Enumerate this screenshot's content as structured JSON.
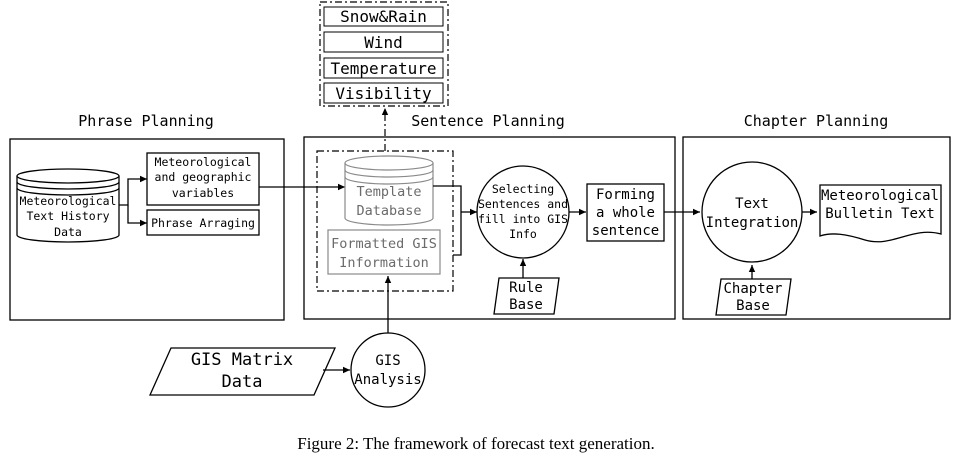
{
  "sections": {
    "phrase": "Phrase Planning",
    "sentence": "Sentence Planning",
    "chapter": "Chapter Planning"
  },
  "weather_types": [
    "Snow&Rain",
    "Wind",
    "Temperature",
    "Visibility"
  ],
  "phrase": {
    "history_data": [
      "Meteorological",
      "Text History",
      "Data"
    ],
    "variables": [
      "Meteorological",
      "and geographic",
      "variables"
    ],
    "arranging": "Phrase Arraging"
  },
  "sentence": {
    "template_db": [
      "Template",
      "Database"
    ],
    "gis_info": [
      "Formatted GIS",
      "Information"
    ],
    "selecting": [
      "Selecting",
      "Sentences and",
      "fill into GIS",
      "Info"
    ],
    "forming": [
      "Forming",
      "a whole",
      "sentence"
    ],
    "rule_base": [
      "Rule",
      "Base"
    ]
  },
  "chapter": {
    "integration": [
      "Text",
      "Integration"
    ],
    "bulletin": [
      "Meteorological",
      "Bulletin Text"
    ],
    "chapter_base": [
      "Chapter",
      "Base"
    ]
  },
  "gis": {
    "matrix": [
      "GIS Matrix",
      "Data"
    ],
    "analysis": [
      "GIS",
      "Analysis"
    ]
  },
  "caption": "Figure 2: The framework of forecast text generation."
}
